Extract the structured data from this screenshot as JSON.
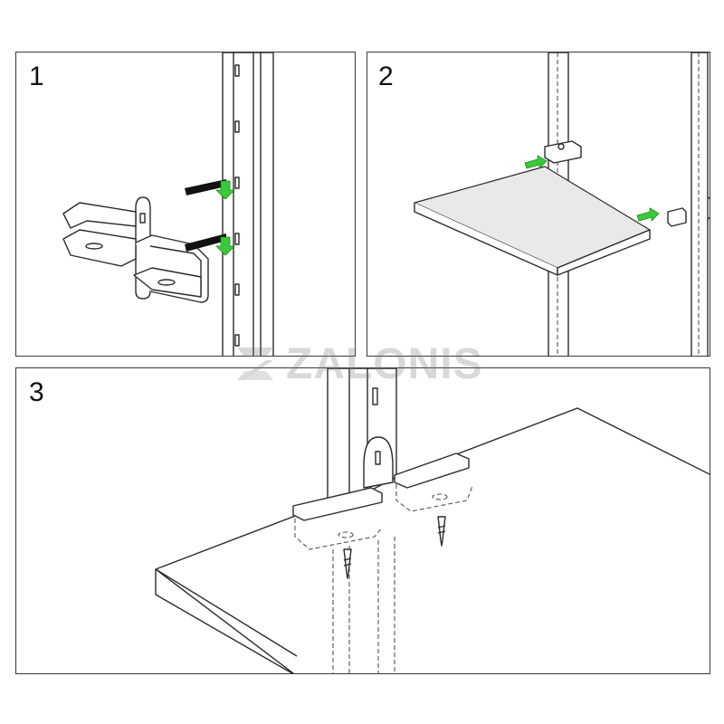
{
  "steps": [
    {
      "number": "1"
    },
    {
      "number": "2"
    },
    {
      "number": "3"
    }
  ],
  "watermark": {
    "text": "ZALONIS"
  },
  "colors": {
    "arrow_green": "#3cc83c",
    "arrow_black": "#111111",
    "line": "#2b2b2b",
    "shelf_gray": "#e9e9e9"
  },
  "icons": [
    "rail-icon",
    "bracket-icon",
    "insert-arrow-icon",
    "down-arrow-icon",
    "shelf-icon",
    "screw-icon",
    "logo-icon"
  ]
}
